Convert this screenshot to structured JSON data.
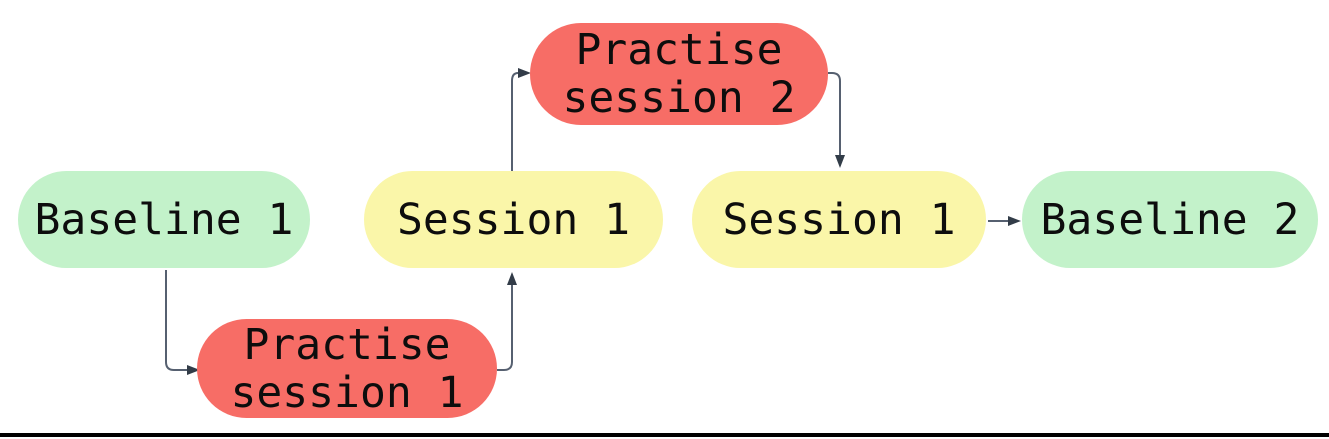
{
  "diagram": {
    "background_color": "#ffffff",
    "connector_color": "#566070",
    "arrowhead_color": "#323c48",
    "text_color": "#0d0d0d",
    "divider_color": "#000000",
    "node_colors": {
      "baseline": "#c3f2ca",
      "session": "#faf6a9",
      "practise": "#f76d66"
    },
    "nodes": [
      {
        "id": "baseline-1",
        "label": "Baseline 1",
        "color": "#c3f2ca"
      },
      {
        "id": "practise-session-1",
        "label": "Practise\nsession 1",
        "color": "#f76d66"
      },
      {
        "id": "session-1-left",
        "label": "Session 1",
        "color": "#faf6a9"
      },
      {
        "id": "practise-session-2",
        "label": "Practise\nsession 2",
        "color": "#f76d66"
      },
      {
        "id": "session-1-right",
        "label": "Session 1",
        "color": "#faf6a9"
      },
      {
        "id": "baseline-2",
        "label": "Baseline 2",
        "color": "#c3f2ca"
      }
    ],
    "edges": [
      {
        "from": "baseline-1",
        "to": "practise-session-1"
      },
      {
        "from": "practise-session-1",
        "to": "session-1-left"
      },
      {
        "from": "session-1-left",
        "to": "practise-session-2"
      },
      {
        "from": "practise-session-2",
        "to": "session-1-right"
      },
      {
        "from": "session-1-right",
        "to": "baseline-2"
      }
    ]
  }
}
